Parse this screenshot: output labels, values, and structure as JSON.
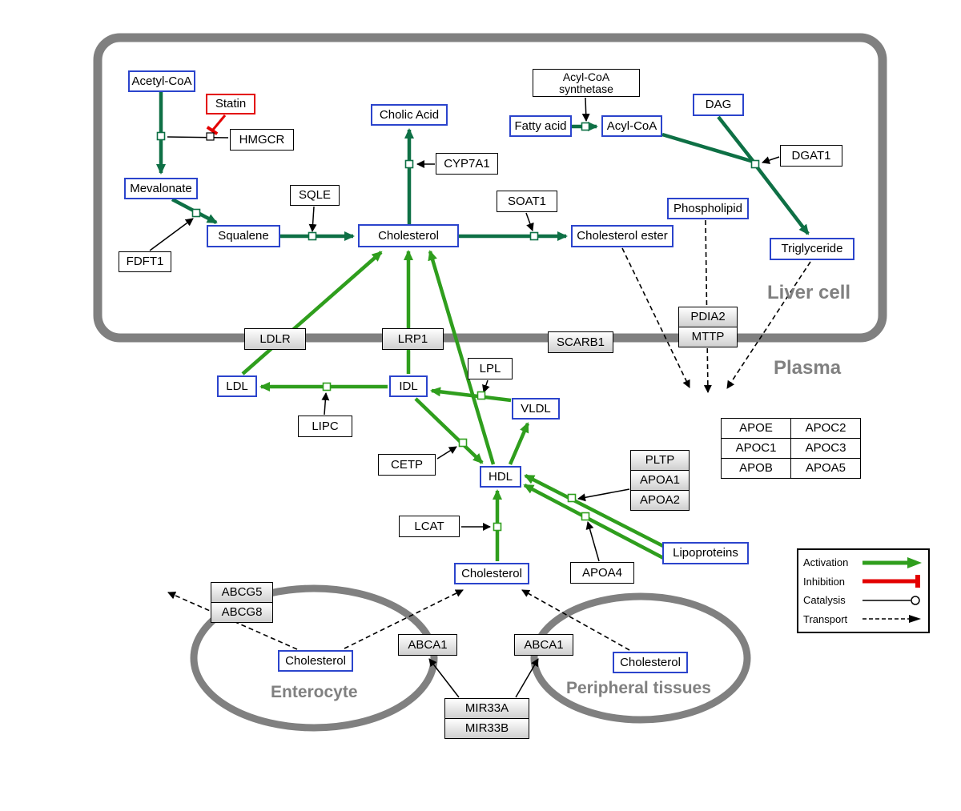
{
  "regions": {
    "liver": "Liver cell",
    "plasma": "Plasma",
    "enterocyte": "Enterocyte",
    "peripheral": "Peripheral tissues"
  },
  "liver": {
    "acetyl_coa": "Acetyl-CoA",
    "statin": "Statin",
    "hmgcr": "HMGCR",
    "mevalonate": "Mevalonate",
    "fdft1": "FDFT1",
    "squalene": "Squalene",
    "sqle": "SQLE",
    "cholesterol": "Cholesterol",
    "cholic_acid": "Cholic Acid",
    "cyp7a1": "CYP7A1",
    "soat1": "SOAT1",
    "cholesterol_ester": "Cholesterol ester",
    "acyl_coa_synthetase": {
      "line1": "Acyl-CoA",
      "line2": "synthetase"
    },
    "fatty_acid": "Fatty acid",
    "acyl_coa": "Acyl-CoA",
    "dag": "DAG",
    "dgat1": "DGAT1",
    "phospholipid": "Phospholipid",
    "triglyceride": "Triglyceride"
  },
  "membrane": {
    "ldlr": "LDLR",
    "lrp1": "LRP1",
    "scarb1": "SCARB1",
    "pdia2": "PDIA2",
    "mttp": "MTTP"
  },
  "plasma": {
    "ldl": "LDL",
    "idl": "IDL",
    "lipc": "LIPC",
    "lpl": "LPL",
    "vldl": "VLDL",
    "cetp": "CETP",
    "hdl": "HDL",
    "lcat": "LCAT",
    "cholesterol": "Cholesterol",
    "apo_table": [
      [
        "APOE",
        "APOC2"
      ],
      [
        "APOC1",
        "APOC3"
      ],
      [
        "APOB",
        "APOA5"
      ]
    ],
    "pltp": "PLTP",
    "apoa1": "APOA1",
    "apoa2": "APOA2",
    "apoa4": "APOA4",
    "lipoproteins": "Lipoproteins"
  },
  "enterocyte": {
    "abcg5": "ABCG5",
    "abcg8": "ABCG8",
    "cholesterol": "Cholesterol",
    "abca1": "ABCA1"
  },
  "peripheral": {
    "abca1": "ABCA1",
    "cholesterol": "Cholesterol"
  },
  "mir": {
    "mir33a": "MIR33A",
    "mir33b": "MIR33B"
  },
  "legend": {
    "activation": "Activation",
    "inhibition": "Inhibition",
    "catalysis": "Catalysis",
    "transport": "Transport"
  },
  "colors": {
    "metabolite_border": "#2b44cc",
    "inhibitor_red": "#e30000",
    "conversion_green_dark": "#0e7045",
    "activation_green": "#2f9e1d",
    "membrane_gray": "#808080"
  }
}
